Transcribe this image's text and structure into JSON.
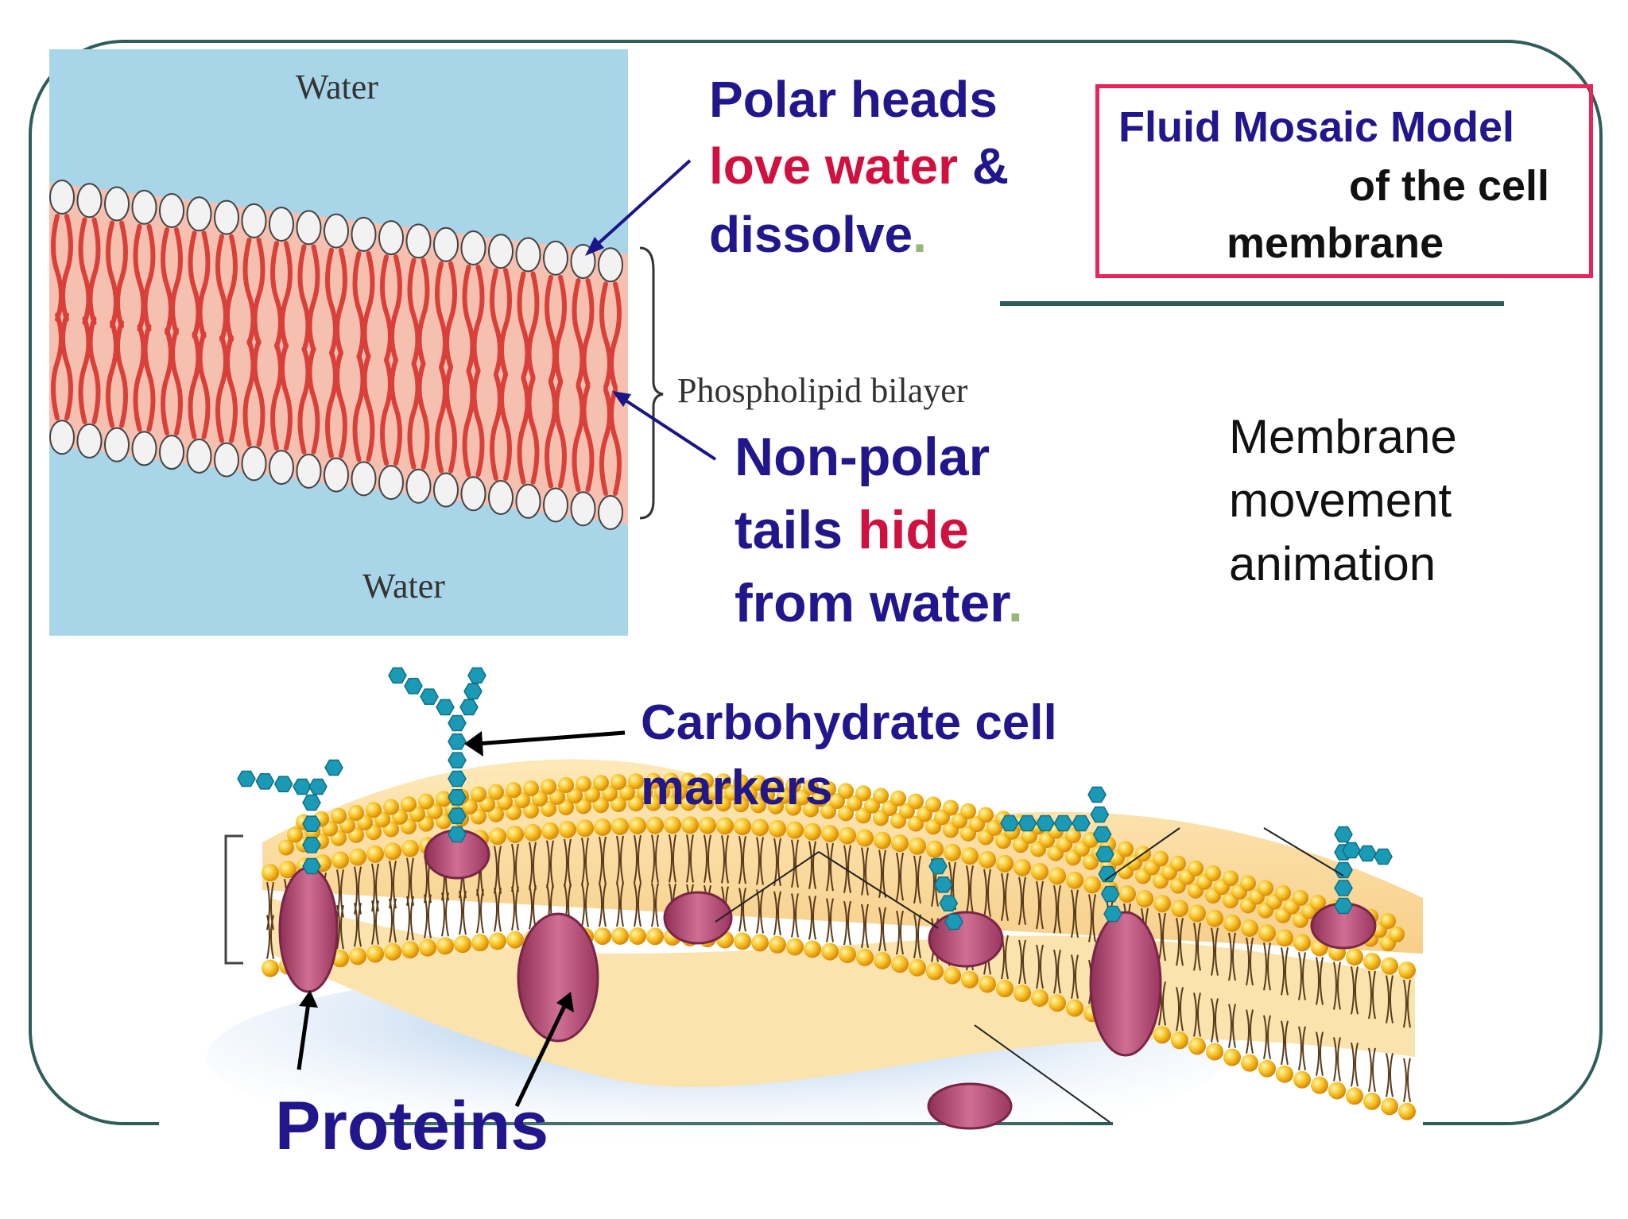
{
  "title": {
    "line1": "Fluid Mosaic Model",
    "line2": "of the cell",
    "line3": "membrane"
  },
  "bilayer_panel": {
    "water_top": "Water",
    "water_bottom": "Water",
    "bilayer_label": "Phospholipid bilayer"
  },
  "callouts": {
    "polar": {
      "w1": "Polar heads",
      "w2": "love water",
      "w3": "&",
      "w4": "dissolve",
      "dot": "."
    },
    "nonpolar": {
      "w1": "Non-polar",
      "w2": "tails",
      "w3": "hide",
      "w4": "from water",
      "dot": "."
    },
    "carbohydrate": {
      "line1": "Carbohydrate cell",
      "line2": "markers"
    },
    "proteins": "Proteins",
    "animation": {
      "line1": "Membrane",
      "line2": "movement",
      "line3": "animation"
    }
  },
  "colors": {
    "navy": "#22168c",
    "red": "#d0103f",
    "frame": "#2f5d5a",
    "title_border": "#e8245a",
    "water": "#a9d5e8",
    "tails": "#d9403a",
    "heads": "#f2b21c",
    "protein": "#b2456e",
    "sugar": "#1a9ab5"
  }
}
